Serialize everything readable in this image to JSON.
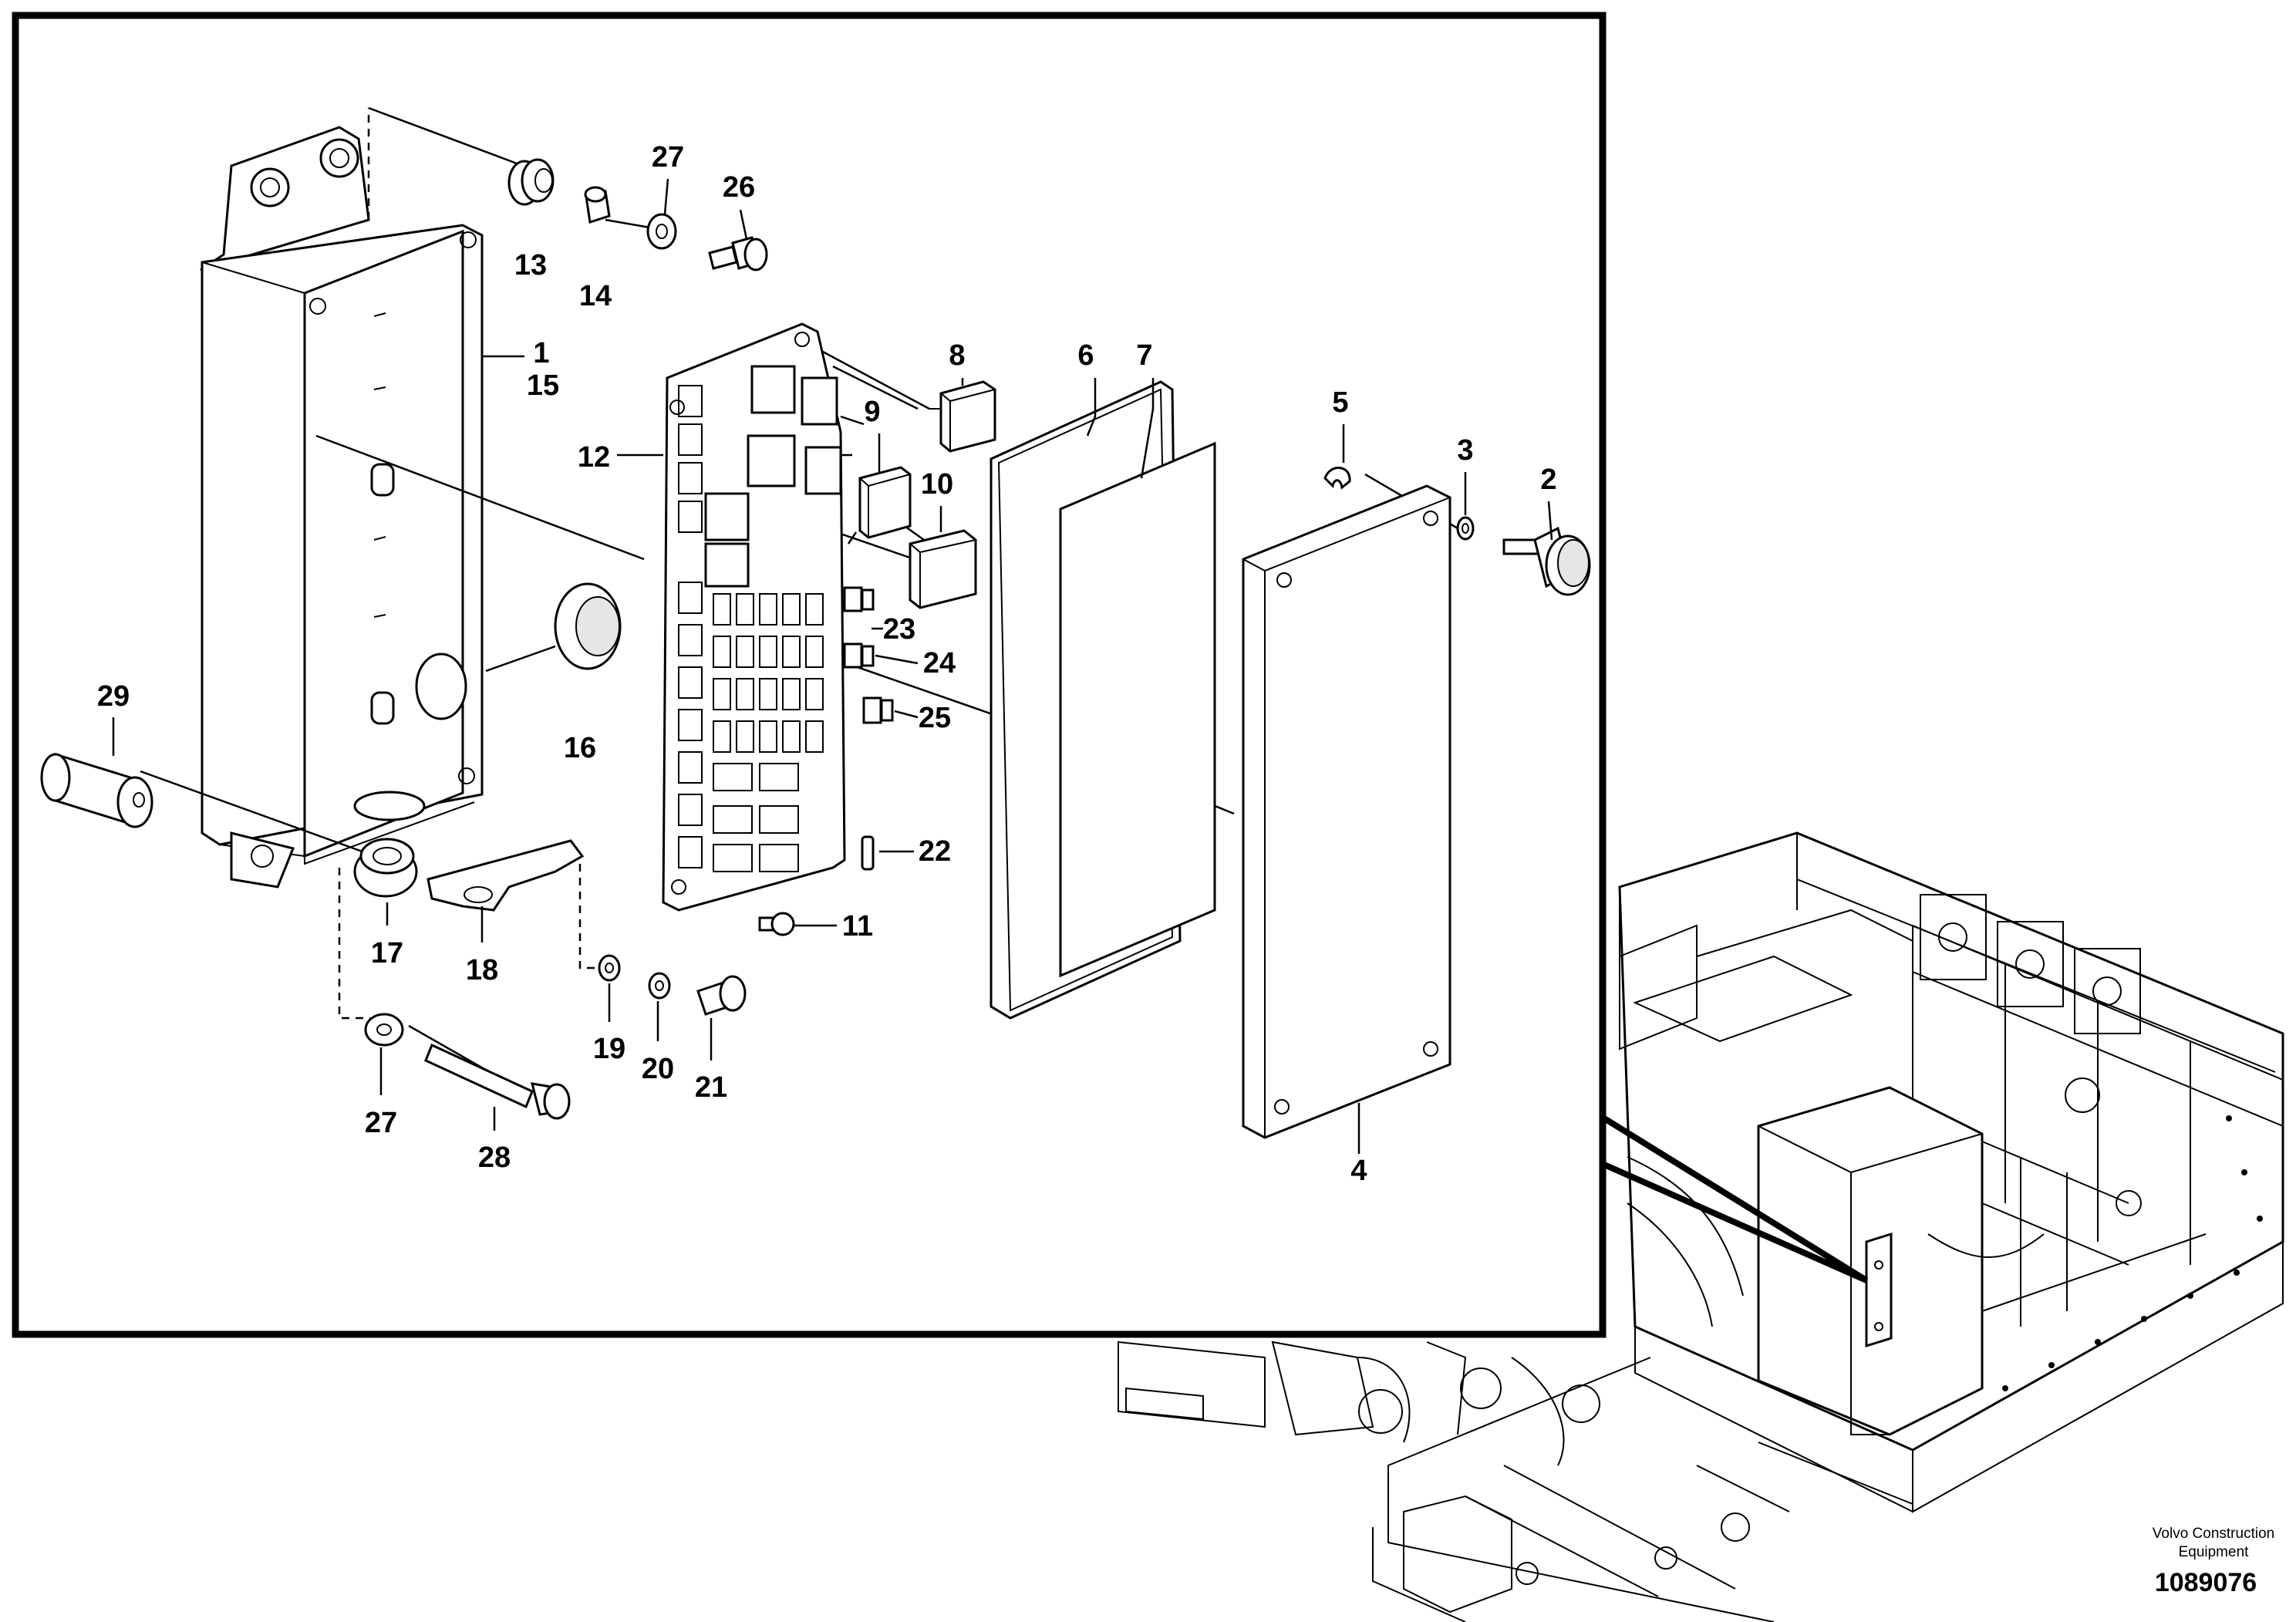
{
  "diagram": {
    "callouts": [
      "1",
      "2",
      "3",
      "4",
      "5",
      "6",
      "7",
      "8",
      "9",
      "10",
      "11",
      "12",
      "13",
      "14",
      "15",
      "16",
      "17",
      "18",
      "19",
      "20",
      "21",
      "22",
      "23",
      "24",
      "25",
      "26",
      "27",
      "27",
      "28",
      "29"
    ],
    "credit_line1": "Volvo Construction",
    "credit_line2": "Equipment",
    "document_number": "1089076"
  }
}
